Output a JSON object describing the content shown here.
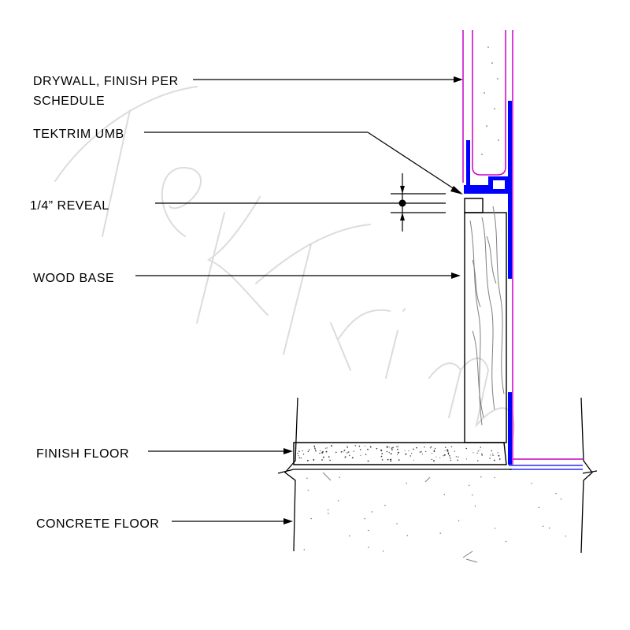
{
  "labels": {
    "drywall_line1": "DRYWALL, FINISH PER",
    "drywall_line2": "SCHEDULE",
    "tektrim": "TEKTRIM UMB",
    "reveal": "1/4” REVEAL",
    "wood_base": "WOOD BASE",
    "finish_floor": "FINISH FLOOR",
    "concrete_floor": "CONCRETE FLOOR"
  },
  "watermark": "TekTrim",
  "colors": {
    "line": "#000000",
    "drywall": "#cc00cc",
    "trim": "#0000ff",
    "wood": "#808080",
    "watermark": "#d9d9d9",
    "background": "#ffffff"
  }
}
